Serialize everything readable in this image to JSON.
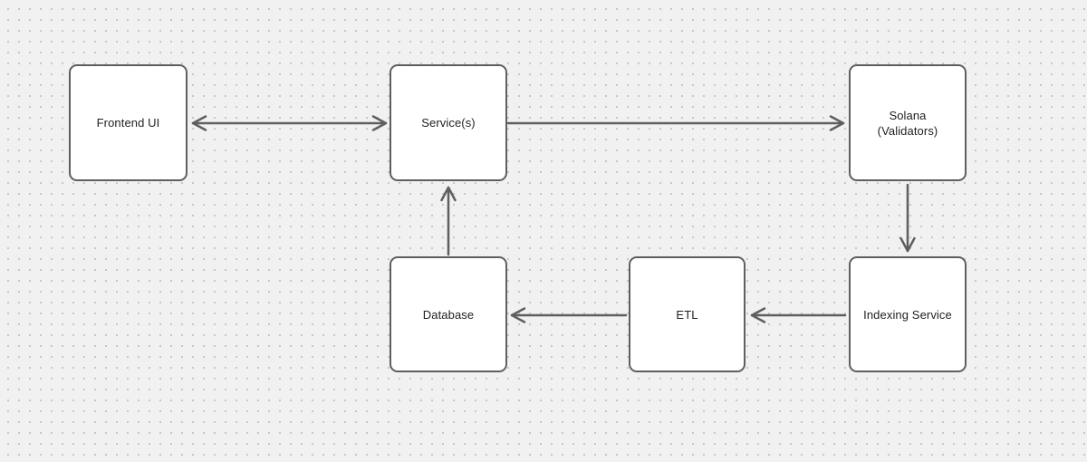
{
  "canvas": {
    "kind": "flowchart-diagram",
    "background_color": "#f1f1f1",
    "dot_grid_color": "#c7c7c7",
    "stroke_color": "#5f5f5f",
    "text_color": "#1f1f1f",
    "node_fill_color": "#ffffff"
  },
  "nodes": [
    {
      "id": "frontend-ui",
      "label": "Frontend UI"
    },
    {
      "id": "services",
      "label": "Service(s)"
    },
    {
      "id": "solana-validators",
      "label": "Solana\n(Validators)"
    },
    {
      "id": "database",
      "label": "Database"
    },
    {
      "id": "etl",
      "label": "ETL"
    },
    {
      "id": "indexing-service",
      "label": "Indexing Service"
    }
  ],
  "edges": [
    {
      "from": "frontend-ui",
      "to": "services",
      "direction": "bidirectional"
    },
    {
      "from": "services",
      "to": "solana-validators",
      "direction": "one-way"
    },
    {
      "from": "solana-validators",
      "to": "indexing-service",
      "direction": "one-way"
    },
    {
      "from": "indexing-service",
      "to": "etl",
      "direction": "one-way"
    },
    {
      "from": "etl",
      "to": "database",
      "direction": "one-way"
    },
    {
      "from": "database",
      "to": "services",
      "direction": "one-way"
    }
  ]
}
